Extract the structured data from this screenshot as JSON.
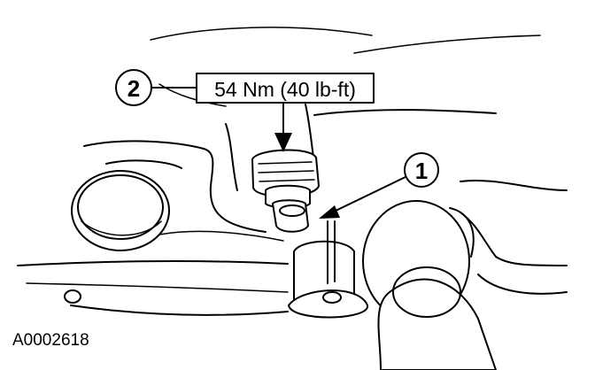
{
  "callouts": [
    {
      "number": "1"
    },
    {
      "number": "2",
      "torque_label": "54 Nm (40 lb-ft)"
    }
  ],
  "figure_id": "A0002618"
}
